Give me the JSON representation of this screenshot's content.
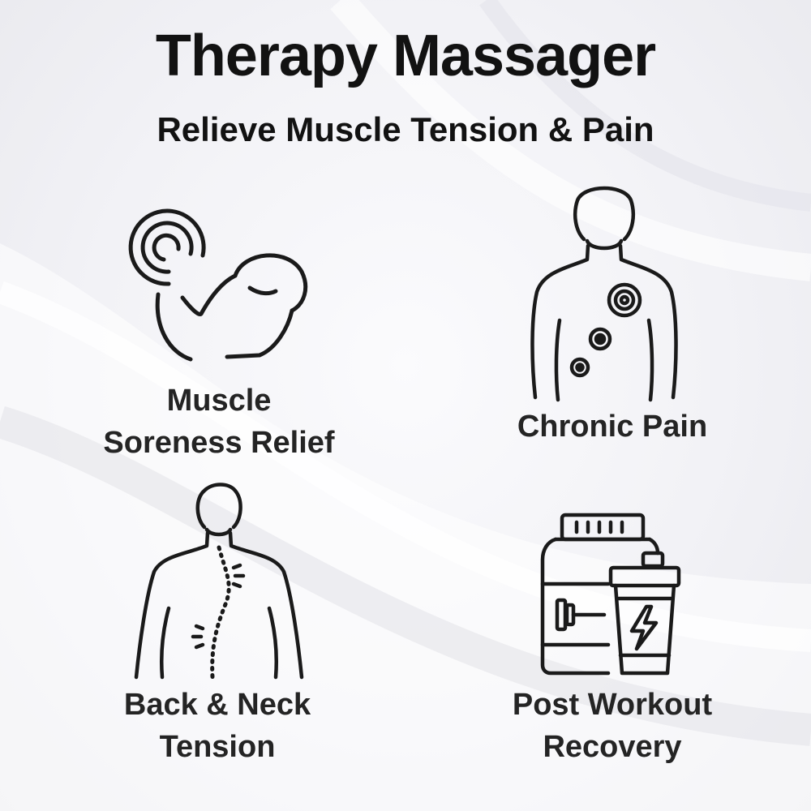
{
  "heading": {
    "title": "Therapy Massager",
    "subtitle": "Relieve Muscle Tension & Pain"
  },
  "features": [
    {
      "icon": "flexed-arm-target-icon",
      "line1": "Muscle",
      "line2": "Soreness Relief"
    },
    {
      "icon": "torso-pain-points-icon",
      "line1": "Chronic Pain",
      "line2": ""
    },
    {
      "icon": "back-spine-icon",
      "line1": "Back & Neck",
      "line2": "Tension"
    },
    {
      "icon": "supplement-jar-shaker-icon",
      "line1": "Post Workout",
      "line2": "Recovery"
    }
  ],
  "colors": {
    "text": "#151515",
    "icon_stroke": "#1a1a1a",
    "background": "#f2f2f6"
  }
}
